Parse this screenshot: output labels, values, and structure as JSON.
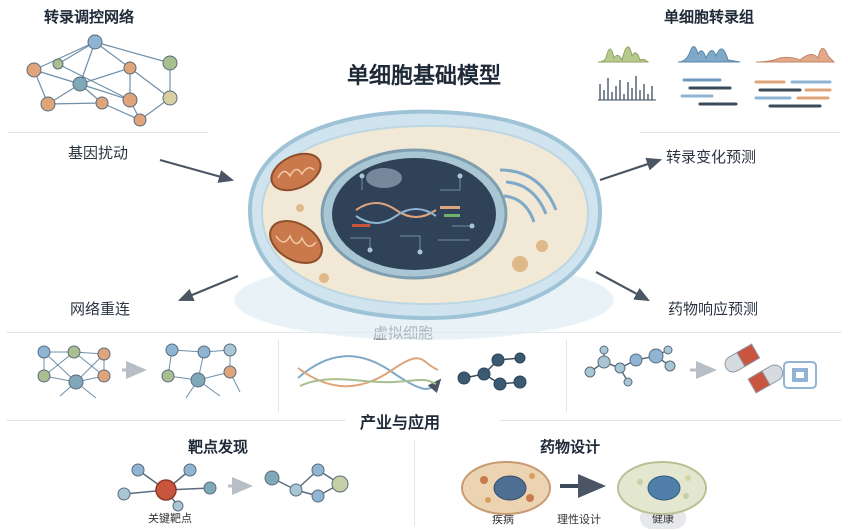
{
  "main_title": "单细胞基础模型",
  "top_left": {
    "title": "转录调控网络",
    "label": "基因扰动"
  },
  "top_right": {
    "title": "单细胞转录组",
    "label": "转录变化预测"
  },
  "mid_left": {
    "label": "网络重连"
  },
  "mid_right": {
    "label": "药物响应预测"
  },
  "center": {
    "label": "虚拟细胞"
  },
  "industry": {
    "title": "产业与应用"
  },
  "target": {
    "title": "靶点发现",
    "node_label": "关键靶点"
  },
  "drug": {
    "title": "药物设计",
    "disease_label": "疾病",
    "process_label": "理性设计",
    "health_label": "健康"
  },
  "colors": {
    "node_teal": "#7fa9b8",
    "node_orange": "#e0a47a",
    "node_green": "#a9bf8e",
    "node_blue": "#8fb4d4",
    "red_node": "#c9553e",
    "arrow": "#4b5563",
    "cell_membrane": "#9fc3d6",
    "nucleus": "#2f4258"
  }
}
